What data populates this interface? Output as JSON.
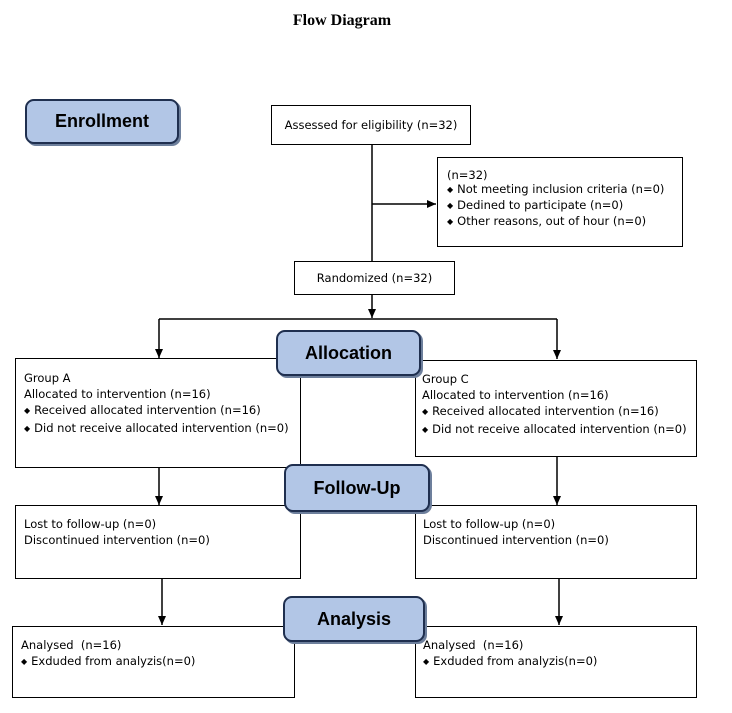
{
  "title": "Flow Diagram",
  "stages": {
    "enrollment": "Enrollment",
    "allocation": "Allocation",
    "followup": "Follow-Up",
    "analysis": "Analysis"
  },
  "assessed": "Assessed for eligibility (n=32)",
  "excluded": {
    "count": "(n=32)",
    "items": [
      "Not meeting inclusion criteria (n=0)",
      "Dedined to participate (n=0)",
      "Other reasons, out of hour (n=0)"
    ]
  },
  "randomized": "Randomized (n=32)",
  "group_a": {
    "allocation": {
      "name": "Group A",
      "allocated": "Allocated to intervention (n=16)",
      "items": [
        "Received allocated intervention (n=16)",
        "Did not receive allocated intervention (n=0)"
      ]
    },
    "followup": {
      "lost": "Lost to follow-up (n=0)",
      "discontinued": "Discontinued intervention (n=0)"
    },
    "analysis": {
      "analysed": "Analysed  (n=16)",
      "items": [
        "Exduded from analyzis(n=0)"
      ]
    }
  },
  "group_c": {
    "allocation": {
      "name": "Group C",
      "allocated": "Allocated to intervention (n=16)",
      "items": [
        "Received allocated intervention (n=16)",
        "Did not receive allocated intervention (n=0)"
      ]
    },
    "followup": {
      "lost": "Lost to follow-up (n=0)",
      "discontinued": "Discontinued intervention (n=0)"
    },
    "analysis": {
      "analysed": "Analysed  (n=16)",
      "items": [
        "Exduded from analyzis(n=0)"
      ]
    }
  }
}
